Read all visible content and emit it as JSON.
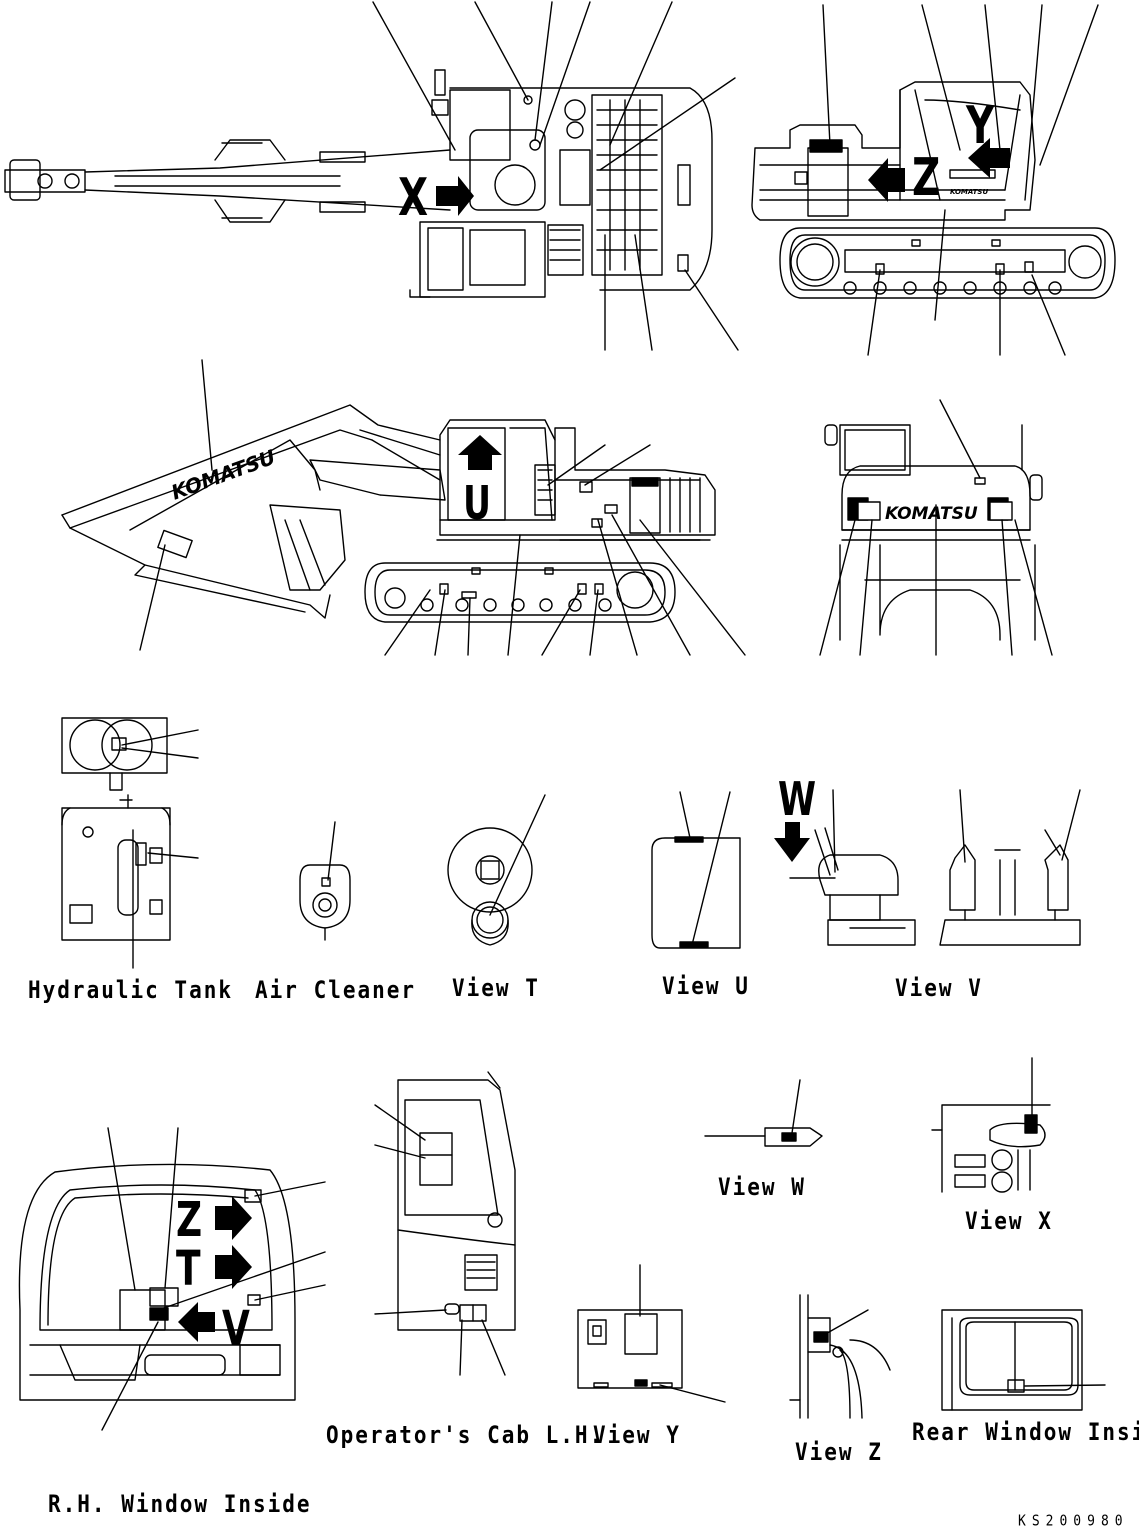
{
  "brand": {
    "logo_text": "KOMATSU"
  },
  "view_letters": {
    "x": "X",
    "y": "Y",
    "z_side": "Z",
    "u": "U",
    "w": "W",
    "z_cab": "Z",
    "t_cab": "T",
    "v_cab": "V"
  },
  "labels": {
    "hydraulic_tank": "Hydraulic Tank",
    "air_cleaner": "Air Cleaner",
    "view_t": "View T",
    "view_u": "View U",
    "view_v": "View V",
    "view_w": "View W",
    "view_x": "View X",
    "operators_cab_lh": "Operator's Cab L.H.",
    "view_y": "View Y",
    "view_z": "View Z",
    "rear_window_inside": "Rear Window Inside",
    "rh_window_inside": "R.H. Window Inside",
    "drawing_code": "KS200980"
  },
  "colors": {
    "ink": "#000000",
    "paper": "#ffffff"
  }
}
